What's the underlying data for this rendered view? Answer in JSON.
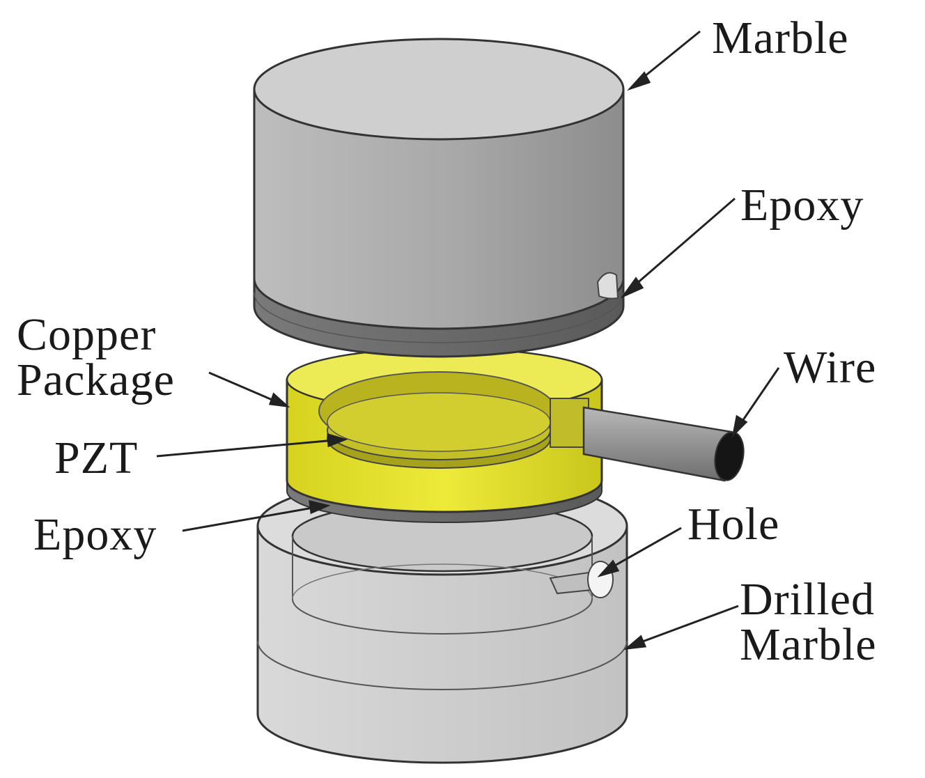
{
  "diagram": {
    "labels": {
      "marble_top": "Marble",
      "epoxy_top": "Epoxy",
      "copper_line1": "Copper",
      "copper_line2": "Package",
      "wire": "Wire",
      "pzt": "PZT",
      "epoxy_bottom": "Epoxy",
      "hole": "Hole",
      "drilled_line1": "Drilled",
      "drilled_line2": "Marble"
    },
    "colors": {
      "marble_top_face": "#c8c8c8",
      "marble_side": "#a9a9a9",
      "epoxy_layer": "#6e6e6e",
      "copper_package": "#e0e02a",
      "wire": "#8c8c8c",
      "drilled_marble": "#d7d7d7",
      "outline": "#333333"
    }
  }
}
